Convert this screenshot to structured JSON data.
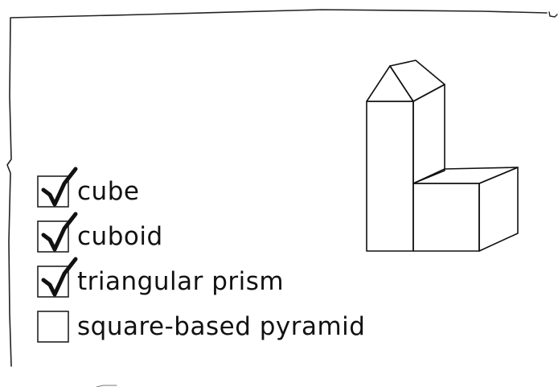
{
  "checklist": {
    "items": [
      {
        "label": "cube",
        "checked": true
      },
      {
        "label": "cuboid",
        "checked": true
      },
      {
        "label": "triangular prism",
        "checked": true
      },
      {
        "label": "square-based pyramid",
        "checked": false
      }
    ]
  },
  "colors": {
    "ink": "#111111",
    "background": "#ffffff"
  }
}
